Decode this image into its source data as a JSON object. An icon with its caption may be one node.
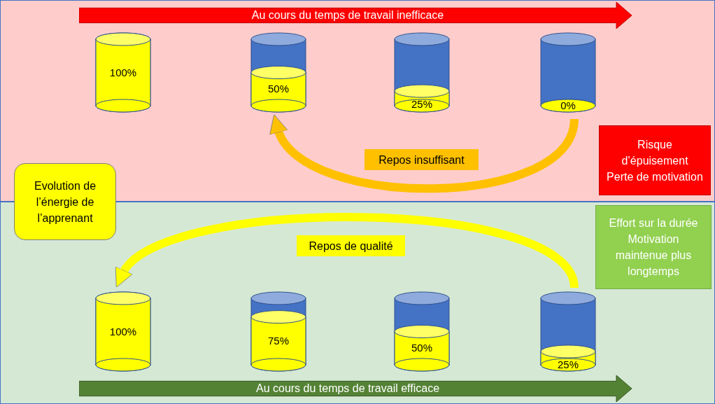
{
  "diagram": {
    "nodes": [
      {
        "text": [],
        "shape": "box"
      },
      {
        "text": [
          "Au cours du temps de travail inefficace"
        ],
        "in": 0
      },
      {
        "text": [
          "100%"
        ],
        "in": 0
      },
      {
        "text": [
          "50%"
        ],
        "in": 0
      },
      {
        "text": [
          "25%"
        ],
        "in": 0
      },
      {
        "text": [
          "0%"
        ],
        "in": 0
      },
      {
        "text": [
          "Repos insuffisant"
        ],
        "in": 0
      },
      {
        "text": [
          "Risque d’épuisement",
          "Perte de motivation"
        ],
        "in": 0
      },
      {
        "text": [],
        "shape": "box"
      },
      {
        "text": [
          "Evolution de l’énergie de l’apprenant"
        ]
      },
      {
        "text": [
          "Repos de qualité"
        ],
        "in": 8
      },
      {
        "text": [
          "Effort sur la durée",
          "Motivation maintenue plus longtemps"
        ],
        "in": 8
      },
      {
        "text": [
          "100%"
        ],
        "in": 8
      },
      {
        "text": [
          "75%"
        ],
        "in": 8
      },
      {
        "text": [
          "50%"
        ],
        "in": 8
      },
      {
        "text": [
          "25%"
        ],
        "in": 8
      },
      {
        "text": [
          "Au cours du temps de travail efficace"
        ],
        "in": 8
      }
    ],
    "edges": [
      {
        "from": 5,
        "to": 3,
        "arrow": "to",
        "color": "#ffc000"
      },
      {
        "from": 15,
        "to": 12,
        "arrow": "to",
        "color": "#ffff00"
      }
    ]
  }
}
